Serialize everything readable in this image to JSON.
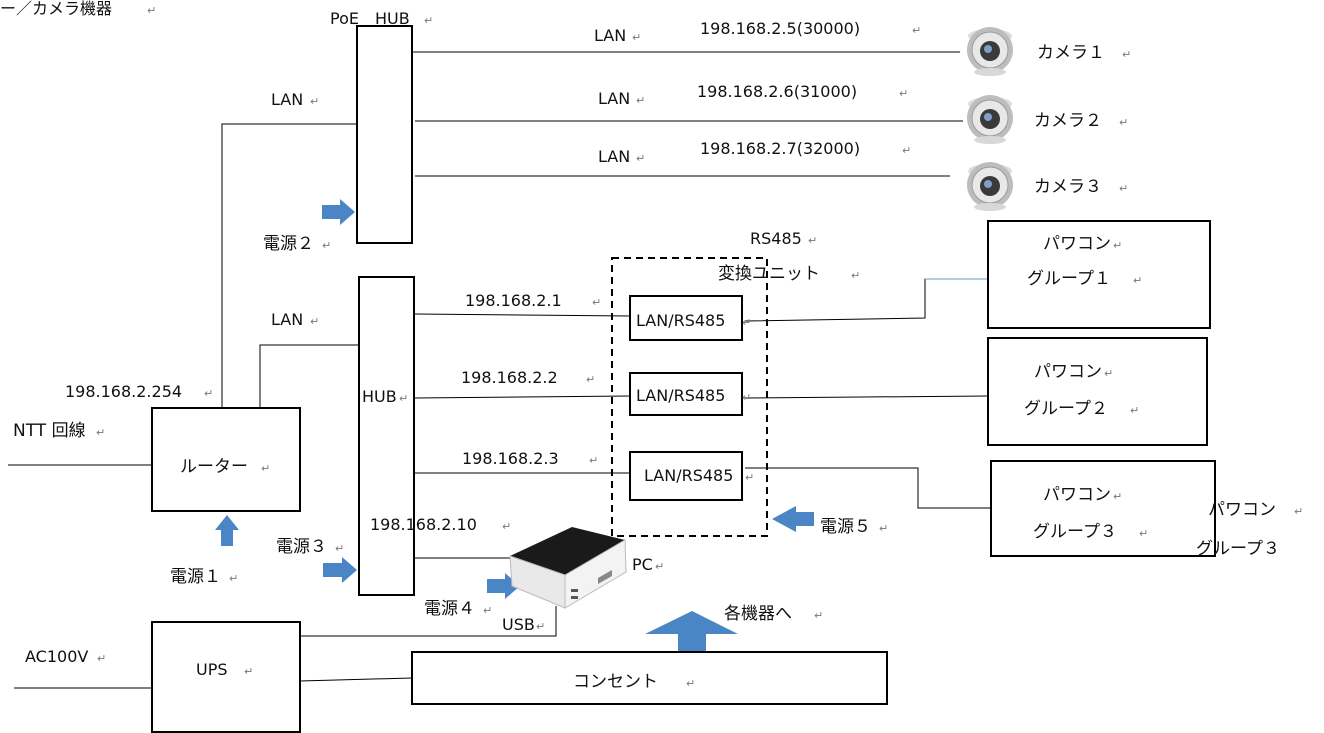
{
  "header_fragment": "ー／カメラ機器",
  "poe_hub": {
    "label": "PoE　HUB"
  },
  "lan_labels": [
    "LAN",
    "LAN",
    "LAN",
    "LAN",
    "LAN"
  ],
  "cameras": [
    {
      "ip": "198.168.2.5(30000)",
      "name": "カメラ１"
    },
    {
      "ip": "198.168.2.6(31000)",
      "name": "カメラ２"
    },
    {
      "ip": "198.168.2.7(32000)",
      "name": "カメラ３"
    }
  ],
  "router": {
    "label": "ルーター",
    "ip": "198.168.2.254",
    "line": "NTT 回線"
  },
  "hub": {
    "label": "HUB"
  },
  "rs485": {
    "title_line1": "RS485",
    "title_line2": "変換ユニット",
    "converters": [
      "LAN/RS485",
      "LAN/RS485",
      "LAN/RS485"
    ],
    "ips": [
      "198.168.2.1",
      "198.168.2.2",
      "198.168.2.3"
    ]
  },
  "pcs_groups": [
    {
      "line1": "パワコン",
      "line2": "グループ１"
    },
    {
      "line1": "パワコン",
      "line2": "グループ２"
    },
    {
      "line1": "パワコン",
      "line2": "グループ３"
    }
  ],
  "stray_label": {
    "line1": "パワコン",
    "line2": "グループ３"
  },
  "pc": {
    "label": "PC",
    "ip": "198.168.2.10",
    "usb": "USB"
  },
  "power": [
    "電源１",
    "電源２",
    "電源３",
    "電源４",
    "電源５"
  ],
  "ups": {
    "label": "UPS",
    "input": "AC100V"
  },
  "outlet": {
    "label": "コンセント",
    "to_devices": "各機器へ"
  },
  "return_mark": "↵",
  "colors": {
    "arrow": "#4a86c5",
    "line": "#000000"
  }
}
